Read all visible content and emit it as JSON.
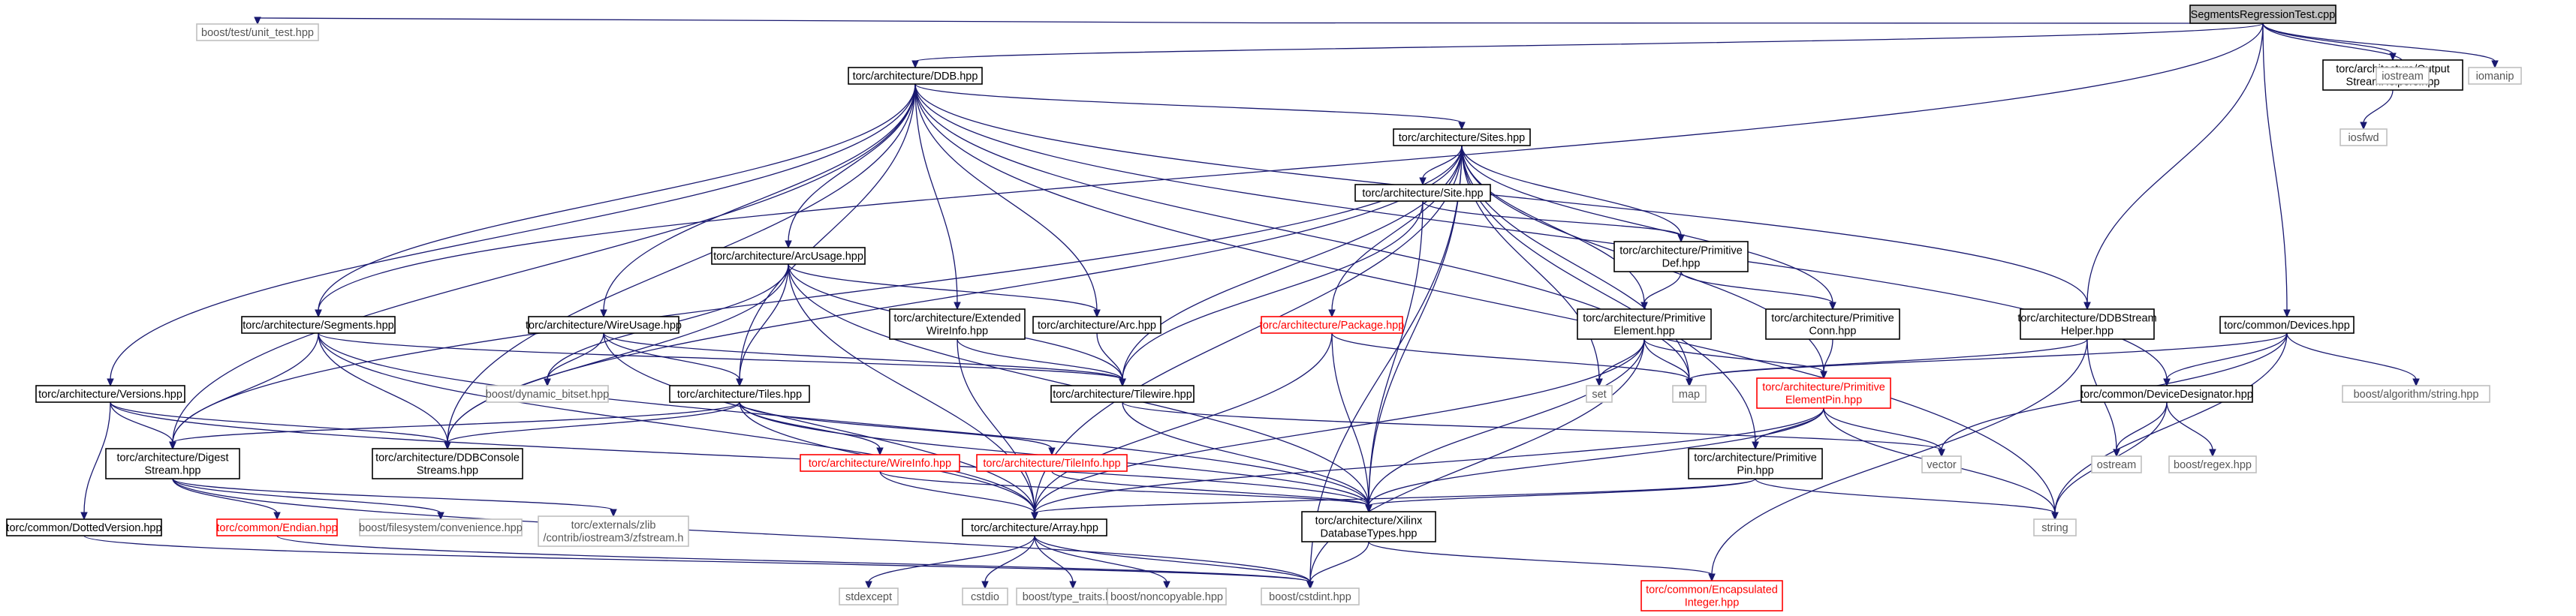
{
  "colors": {
    "edge": "#191970",
    "root_fill": "#bfbfbf",
    "red": "#ff0000",
    "external_border": "#bfbfbf"
  },
  "nodes": [
    {
      "id": "root",
      "kind": "root",
      "lines": [
        "SegmentsRegressionTest.cpp"
      ]
    },
    {
      "id": "unit_test",
      "kind": "ext",
      "lines": [
        "boost/test/unit_test.hpp"
      ]
    },
    {
      "id": "ddb",
      "kind": "normal",
      "lines": [
        "torc/architecture/DDB.hpp"
      ]
    },
    {
      "id": "outhelpers",
      "kind": "normal",
      "lines": [
        "torc/architecture/Output",
        "StreamHelpers.hpp"
      ]
    },
    {
      "id": "iostream",
      "kind": "ext",
      "lines": [
        "iostream"
      ]
    },
    {
      "id": "iomanip",
      "kind": "ext",
      "lines": [
        "iomanip"
      ]
    },
    {
      "id": "iosfwd",
      "kind": "ext",
      "lines": [
        "iosfwd"
      ]
    },
    {
      "id": "sites",
      "kind": "normal",
      "lines": [
        "torc/architecture/Sites.hpp"
      ]
    },
    {
      "id": "site",
      "kind": "normal",
      "lines": [
        "torc/architecture/Site.hpp"
      ]
    },
    {
      "id": "arcusage",
      "kind": "normal",
      "lines": [
        "torc/architecture/ArcUsage.hpp"
      ]
    },
    {
      "id": "primdef",
      "kind": "normal",
      "lines": [
        "torc/architecture/Primitive",
        "Def.hpp"
      ]
    },
    {
      "id": "segments",
      "kind": "normal",
      "lines": [
        "torc/architecture/Segments.hpp"
      ]
    },
    {
      "id": "wireusage",
      "kind": "normal",
      "lines": [
        "torc/architecture/WireUsage.hpp"
      ]
    },
    {
      "id": "extwire",
      "kind": "normal",
      "lines": [
        "torc/architecture/Extended",
        "WireInfo.hpp"
      ]
    },
    {
      "id": "arc",
      "kind": "normal",
      "lines": [
        "torc/architecture/Arc.hpp"
      ]
    },
    {
      "id": "package",
      "kind": "red",
      "lines": [
        "torc/architecture/Package.hpp"
      ]
    },
    {
      "id": "primelem",
      "kind": "normal",
      "lines": [
        "torc/architecture/Primitive",
        "Element.hpp"
      ]
    },
    {
      "id": "primconn",
      "kind": "normal",
      "lines": [
        "torc/architecture/Primitive",
        "Conn.hpp"
      ]
    },
    {
      "id": "ddbstreamhelper",
      "kind": "normal",
      "lines": [
        "torc/architecture/DDBStream",
        "Helper.hpp"
      ]
    },
    {
      "id": "devices",
      "kind": "normal",
      "lines": [
        "torc/common/Devices.hpp"
      ]
    },
    {
      "id": "versions",
      "kind": "normal",
      "lines": [
        "torc/architecture/Versions.hpp"
      ]
    },
    {
      "id": "dynbitset",
      "kind": "ext",
      "lines": [
        "boost/dynamic_bitset.hpp"
      ]
    },
    {
      "id": "tiles",
      "kind": "normal",
      "lines": [
        "torc/architecture/Tiles.hpp"
      ]
    },
    {
      "id": "tilewire",
      "kind": "normal",
      "lines": [
        "torc/architecture/Tilewire.hpp"
      ]
    },
    {
      "id": "set",
      "kind": "ext",
      "lines": [
        "set"
      ]
    },
    {
      "id": "map",
      "kind": "ext",
      "lines": [
        "map"
      ]
    },
    {
      "id": "primelempin",
      "kind": "red",
      "lines": [
        "torc/architecture/Primitive",
        "ElementPin.hpp"
      ]
    },
    {
      "id": "devdesig",
      "kind": "normal",
      "lines": [
        "torc/common/DeviceDesignator.hpp"
      ]
    },
    {
      "id": "algostring",
      "kind": "ext",
      "lines": [
        "boost/algorithm/string.hpp"
      ]
    },
    {
      "id": "digest",
      "kind": "normal",
      "lines": [
        "torc/architecture/Digest",
        "Stream.hpp"
      ]
    },
    {
      "id": "ddbconsole",
      "kind": "normal",
      "lines": [
        "torc/architecture/DDBConsole",
        "Streams.hpp"
      ]
    },
    {
      "id": "wireinfo",
      "kind": "red",
      "lines": [
        "torc/architecture/WireInfo.hpp"
      ]
    },
    {
      "id": "tileinfo",
      "kind": "red",
      "lines": [
        "torc/architecture/TileInfo.hpp"
      ]
    },
    {
      "id": "vector",
      "kind": "ext",
      "lines": [
        "vector"
      ]
    },
    {
      "id": "primpin",
      "kind": "normal",
      "lines": [
        "torc/architecture/Primitive",
        "Pin.hpp"
      ]
    },
    {
      "id": "ostream",
      "kind": "ext",
      "lines": [
        "ostream"
      ]
    },
    {
      "id": "regex",
      "kind": "ext",
      "lines": [
        "boost/regex.hpp"
      ]
    },
    {
      "id": "dottedversion",
      "kind": "normal",
      "lines": [
        "torc/common/DottedVersion.hpp"
      ]
    },
    {
      "id": "endian",
      "kind": "red",
      "lines": [
        "torc/common/Endian.hpp"
      ]
    },
    {
      "id": "fsconv",
      "kind": "ext",
      "lines": [
        "boost/filesystem/convenience.hpp"
      ]
    },
    {
      "id": "zfstream",
      "kind": "ext",
      "lines": [
        "torc/externals/zlib",
        "/contrib/iostream3/zfstream.h"
      ]
    },
    {
      "id": "array",
      "kind": "normal",
      "lines": [
        "torc/architecture/Array.hpp"
      ]
    },
    {
      "id": "xilinxtypes",
      "kind": "normal",
      "lines": [
        "torc/architecture/Xilinx",
        "DatabaseTypes.hpp"
      ]
    },
    {
      "id": "string",
      "kind": "ext",
      "lines": [
        "string"
      ]
    },
    {
      "id": "stdexcept",
      "kind": "ext",
      "lines": [
        "stdexcept"
      ]
    },
    {
      "id": "cstdio",
      "kind": "ext",
      "lines": [
        "cstdio"
      ]
    },
    {
      "id": "typetraits",
      "kind": "ext",
      "lines": [
        "boost/type_traits.hpp"
      ]
    },
    {
      "id": "noncopyable",
      "kind": "ext",
      "lines": [
        "boost/noncopyable.hpp"
      ]
    },
    {
      "id": "cstdint",
      "kind": "ext",
      "lines": [
        "boost/cstdint.hpp"
      ]
    },
    {
      "id": "encapint",
      "kind": "red",
      "lines": [
        "torc/common/Encapsulated",
        "Integer.hpp"
      ]
    }
  ],
  "edges": [
    [
      "root",
      "unit_test"
    ],
    [
      "root",
      "ddb"
    ],
    [
      "root",
      "segments"
    ],
    [
      "root",
      "outhelpers"
    ],
    [
      "root",
      "iostream"
    ],
    [
      "root",
      "iomanip"
    ],
    [
      "root",
      "ddbstreamhelper"
    ],
    [
      "root",
      "devices"
    ],
    [
      "outhelpers",
      "iosfwd"
    ],
    [
      "ddb",
      "versions"
    ],
    [
      "ddb",
      "digest"
    ],
    [
      "ddb",
      "segments"
    ],
    [
      "ddb",
      "ddbconsole"
    ],
    [
      "ddb",
      "tiles"
    ],
    [
      "ddb",
      "arcusage"
    ],
    [
      "ddb",
      "wireusage"
    ],
    [
      "ddb",
      "extwire"
    ],
    [
      "ddb",
      "arc"
    ],
    [
      "ddb",
      "sites"
    ],
    [
      "ddb",
      "ddbstreamhelper"
    ],
    [
      "ddb",
      "devdesig"
    ],
    [
      "ddb",
      "map"
    ],
    [
      "ddb",
      "string"
    ],
    [
      "sites",
      "digest"
    ],
    [
      "sites",
      "ddbconsole"
    ],
    [
      "sites",
      "tilewire"
    ],
    [
      "sites",
      "array"
    ],
    [
      "sites",
      "xilinxtypes"
    ],
    [
      "sites",
      "package"
    ],
    [
      "sites",
      "site"
    ],
    [
      "sites",
      "primdef"
    ],
    [
      "sites",
      "primelem"
    ],
    [
      "sites",
      "primconn"
    ],
    [
      "sites",
      "primelempin"
    ],
    [
      "sites",
      "primpin"
    ],
    [
      "sites",
      "set"
    ],
    [
      "sites",
      "map"
    ],
    [
      "sites",
      "cstdint"
    ],
    [
      "site",
      "tilewire"
    ],
    [
      "site",
      "xilinxtypes"
    ],
    [
      "site",
      "primdef"
    ],
    [
      "primdef",
      "primelem"
    ],
    [
      "primdef",
      "primconn"
    ],
    [
      "primconn",
      "primelempin"
    ],
    [
      "primelem",
      "primelempin"
    ],
    [
      "primelem",
      "set"
    ],
    [
      "primelem",
      "map"
    ],
    [
      "primelem",
      "array"
    ],
    [
      "primelem",
      "xilinxtypes"
    ],
    [
      "primelem",
      "cstdint"
    ],
    [
      "primelempin",
      "vector"
    ],
    [
      "primelempin",
      "string"
    ],
    [
      "primelempin",
      "array"
    ],
    [
      "primelempin",
      "xilinxtypes"
    ],
    [
      "primelempin",
      "primpin"
    ],
    [
      "primpin",
      "array"
    ],
    [
      "primpin",
      "xilinxtypes"
    ],
    [
      "primpin",
      "string"
    ],
    [
      "package",
      "map"
    ],
    [
      "package",
      "array"
    ],
    [
      "package",
      "xilinxtypes"
    ],
    [
      "arcusage",
      "ddbconsole"
    ],
    [
      "arcusage",
      "dynbitset"
    ],
    [
      "arcusage",
      "tiles"
    ],
    [
      "arcusage",
      "tilewire"
    ],
    [
      "arcusage",
      "arc"
    ],
    [
      "arcusage",
      "array"
    ],
    [
      "arcusage",
      "xilinxtypes"
    ],
    [
      "wireusage",
      "dynbitset"
    ],
    [
      "wireusage",
      "tiles"
    ],
    [
      "wireusage",
      "tilewire"
    ],
    [
      "wireusage",
      "array"
    ],
    [
      "extwire",
      "tilewire"
    ],
    [
      "extwire",
      "array"
    ],
    [
      "arc",
      "tilewire"
    ],
    [
      "segments",
      "digest"
    ],
    [
      "segments",
      "ddbconsole"
    ],
    [
      "segments",
      "tilewire"
    ],
    [
      "segments",
      "array"
    ],
    [
      "segments",
      "xilinxtypes"
    ],
    [
      "tiles",
      "digest"
    ],
    [
      "tiles",
      "ddbconsole"
    ],
    [
      "tiles",
      "array"
    ],
    [
      "tiles",
      "xilinxtypes"
    ],
    [
      "tiles",
      "wireinfo"
    ],
    [
      "tiles",
      "tileinfo"
    ],
    [
      "tilewire",
      "vector"
    ],
    [
      "tilewire",
      "xilinxtypes"
    ],
    [
      "wireinfo",
      "array"
    ],
    [
      "wireinfo",
      "xilinxtypes"
    ],
    [
      "tileinfo",
      "xilinxtypes"
    ],
    [
      "versions",
      "dottedversion"
    ],
    [
      "versions",
      "digest"
    ],
    [
      "versions",
      "ddbconsole"
    ],
    [
      "versions",
      "xilinxtypes"
    ],
    [
      "digest",
      "endian"
    ],
    [
      "digest",
      "fsconv"
    ],
    [
      "digest",
      "zfstream"
    ],
    [
      "digest",
      "cstdint"
    ],
    [
      "endian",
      "cstdint"
    ],
    [
      "dottedversion",
      "cstdint"
    ],
    [
      "array",
      "stdexcept"
    ],
    [
      "array",
      "cstdio"
    ],
    [
      "array",
      "typetraits"
    ],
    [
      "array",
      "noncopyable"
    ],
    [
      "array",
      "cstdint"
    ],
    [
      "xilinxtypes",
      "cstdint"
    ],
    [
      "xilinxtypes",
      "encapint"
    ],
    [
      "ddbstreamhelper",
      "map"
    ],
    [
      "ddbstreamhelper",
      "ostream"
    ],
    [
      "ddbstreamhelper",
      "encapint"
    ],
    [
      "devices",
      "map"
    ],
    [
      "devices",
      "vector"
    ],
    [
      "devices",
      "string"
    ],
    [
      "devices",
      "algostring"
    ],
    [
      "devices",
      "devdesig"
    ],
    [
      "devdesig",
      "ostream"
    ],
    [
      "devdesig",
      "string"
    ],
    [
      "devdesig",
      "regex"
    ]
  ]
}
